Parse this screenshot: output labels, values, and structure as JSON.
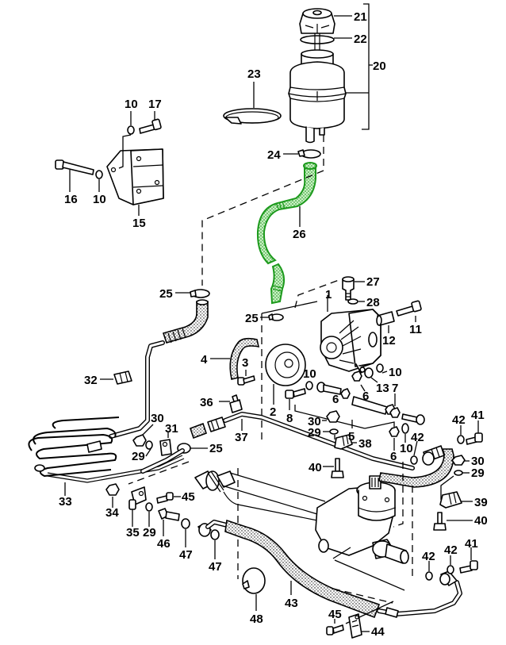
{
  "diagram": {
    "title": "Power steering system exploded view",
    "highlight_color": "#1c9a1c",
    "highlighted_part": "26",
    "callouts": [
      {
        "id": "c21",
        "label": "21",
        "part": "reservoir-cap"
      },
      {
        "id": "c22",
        "label": "22",
        "part": "seal-ring"
      },
      {
        "id": "c20",
        "label": "20",
        "part": "reservoir-assembly"
      },
      {
        "id": "c23",
        "label": "23",
        "part": "hose-clamp"
      },
      {
        "id": "c10a",
        "label": "10",
        "part": "washer"
      },
      {
        "id": "c17",
        "label": "17",
        "part": "bolt"
      },
      {
        "id": "c16",
        "label": "16",
        "part": "bolt"
      },
      {
        "id": "c10b",
        "label": "10",
        "part": "washer"
      },
      {
        "id": "c15",
        "label": "15",
        "part": "bracket"
      },
      {
        "id": "c24",
        "label": "24",
        "part": "hose-clamp"
      },
      {
        "id": "c26",
        "label": "26",
        "part": "suction-hose"
      },
      {
        "id": "c25a",
        "label": "25",
        "part": "hose-clamp"
      },
      {
        "id": "c25b",
        "label": "25",
        "part": "hose-clamp"
      },
      {
        "id": "c27",
        "label": "27",
        "part": "union"
      },
      {
        "id": "c28",
        "label": "28",
        "part": "seal"
      },
      {
        "id": "c1",
        "label": "1",
        "part": "power-steering-pump"
      },
      {
        "id": "c11",
        "label": "11",
        "part": "bolt"
      },
      {
        "id": "c12",
        "label": "12",
        "part": "spacer"
      },
      {
        "id": "c10c",
        "label": "10",
        "part": "washer"
      },
      {
        "id": "c13",
        "label": "13",
        "part": "spacer"
      },
      {
        "id": "c6a",
        "label": "6",
        "part": "nut"
      },
      {
        "id": "c4",
        "label": "4",
        "part": "hose"
      },
      {
        "id": "c3",
        "label": "3",
        "part": "bolt"
      },
      {
        "id": "c2",
        "label": "2",
        "part": "pulley"
      },
      {
        "id": "c10d",
        "label": "10",
        "part": "washer"
      },
      {
        "id": "c6b",
        "label": "6",
        "part": "nut"
      },
      {
        "id": "c8",
        "label": "8",
        "part": "bolt"
      },
      {
        "id": "c5",
        "label": "5",
        "part": "tension-rod"
      },
      {
        "id": "c7",
        "label": "7",
        "part": "nut"
      },
      {
        "id": "c32",
        "label": "32",
        "part": "clip"
      },
      {
        "id": "c36",
        "label": "36",
        "part": "clip"
      },
      {
        "id": "c30a",
        "label": "30",
        "part": "nut"
      },
      {
        "id": "c31",
        "label": "31",
        "part": "clip"
      },
      {
        "id": "c29a",
        "label": "29",
        "part": "washer"
      },
      {
        "id": "c25c",
        "label": "25",
        "part": "hose-clamp"
      },
      {
        "id": "c37",
        "label": "37",
        "part": "pressure-line"
      },
      {
        "id": "c30b",
        "label": "30",
        "part": "nut"
      },
      {
        "id": "c29b",
        "label": "29",
        "part": "washer"
      },
      {
        "id": "c38",
        "label": "38",
        "part": "clip"
      },
      {
        "id": "c6c",
        "label": "6",
        "part": "nut"
      },
      {
        "id": "c10e",
        "label": "10",
        "part": "washer"
      },
      {
        "id": "c42a",
        "label": "42",
        "part": "seal"
      },
      {
        "id": "c42b",
        "label": "42",
        "part": "seal"
      },
      {
        "id": "c41a",
        "label": "41",
        "part": "banjo-bolt"
      },
      {
        "id": "c30c",
        "label": "30",
        "part": "nut"
      },
      {
        "id": "c29c",
        "label": "29",
        "part": "washer"
      },
      {
        "id": "c40a",
        "label": "40",
        "part": "bolt"
      },
      {
        "id": "c39",
        "label": "39",
        "part": "clip"
      },
      {
        "id": "c40b",
        "label": "40",
        "part": "bolt"
      },
      {
        "id": "c33",
        "label": "33",
        "part": "cooling-coil"
      },
      {
        "id": "c34",
        "label": "34",
        "part": "nut"
      },
      {
        "id": "c45a",
        "label": "45",
        "part": "bolt"
      },
      {
        "id": "c35",
        "label": "35",
        "part": "clip"
      },
      {
        "id": "c29d",
        "label": "29",
        "part": "washer"
      },
      {
        "id": "c46",
        "label": "46",
        "part": "banjo-bolt"
      },
      {
        "id": "c47a",
        "label": "47",
        "part": "seal"
      },
      {
        "id": "c47b",
        "label": "47",
        "part": "seal"
      },
      {
        "id": "c42c",
        "label": "42",
        "part": "seal"
      },
      {
        "id": "c42d",
        "label": "42",
        "part": "seal"
      },
      {
        "id": "c41b",
        "label": "41",
        "part": "banjo-bolt"
      },
      {
        "id": "c48",
        "label": "48",
        "part": "hose-clamp"
      },
      {
        "id": "c43",
        "label": "43",
        "part": "return-hose"
      },
      {
        "id": "c45b",
        "label": "45",
        "part": "bolt"
      },
      {
        "id": "c44",
        "label": "44",
        "part": "clip"
      }
    ]
  }
}
